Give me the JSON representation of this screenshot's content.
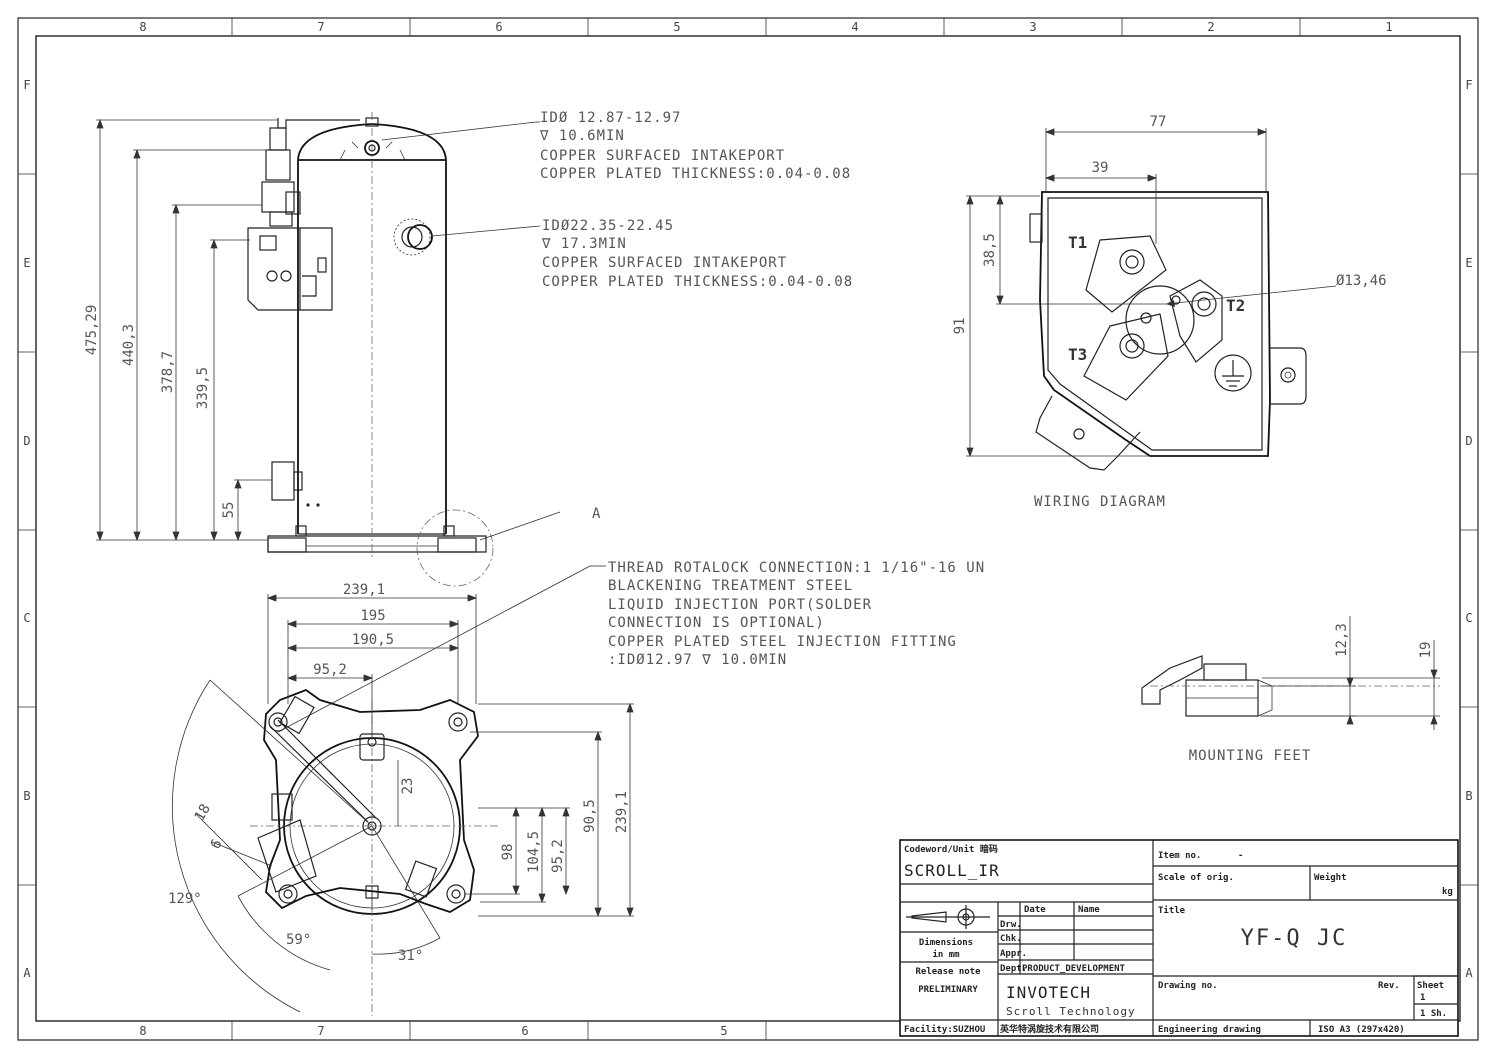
{
  "border_zones": {
    "top": [
      "8",
      "7",
      "6",
      "5",
      "4",
      "3",
      "2",
      "1"
    ],
    "bottom": [
      "8",
      "7",
      "6",
      "5"
    ],
    "left": [
      "F",
      "E",
      "D",
      "C",
      "B",
      "A"
    ],
    "right": [
      "F",
      "E",
      "D",
      "C",
      "B",
      "A"
    ]
  },
  "side_view": {
    "callout_intake_top": [
      "IDØ 12.87-12.97",
      "∇ 10.6MIN",
      "COPPER SURFACED INTAKEPORT",
      "COPPER PLATED THICKNESS:0.04-0.08"
    ],
    "callout_intake_side": [
      "IDØ22.35-22.45",
      "∇ 17.3MIN",
      "COPPER SURFACED INTAKEPORT",
      "COPPER PLATED THICKNESS:0.04-0.08"
    ],
    "dims": [
      "475,29",
      "440,3",
      "378,7",
      "339,5",
      "55"
    ],
    "detail_label": "A"
  },
  "thread_note": [
    "THREAD ROTALOCK CONNECTION:1 1/16\"-16 UN",
    "BLACKENING TREATMENT STEEL",
    "LIQUID INJECTION PORT(SOLDER",
    "CONNECTION IS OPTIONAL)",
    "COPPER PLATED STEEL INJECTION FITTING",
    ":IDØ12.97 ∇ 10.0MIN"
  ],
  "top_view": {
    "dims_h": [
      "239,1",
      "195",
      "190,5",
      "95,2"
    ],
    "dims_v": [
      "239,1",
      "90,5",
      "95,2",
      "104,5",
      "98",
      "23"
    ],
    "angles": [
      "129°",
      "59°",
      "31°"
    ],
    "small": [
      "18",
      "6"
    ]
  },
  "wiring": {
    "dims": [
      "77",
      "39",
      "38,5",
      "91",
      "Ø13,46"
    ],
    "terminals": [
      "T1",
      "T2",
      "T3"
    ],
    "label": "WIRING DIAGRAM"
  },
  "mounting": {
    "dims": [
      "12,3",
      "19"
    ],
    "label": "MOUNTING FEET"
  },
  "title_block": {
    "codeword_label": "Codeword/Unit 暗码",
    "codeword": "SCROLL_IR",
    "item_label": "Item no.",
    "item_value": "-",
    "scale_label": "Scale of orig.",
    "weight_label": "Weight",
    "weight_unit": "kg",
    "title_label": "Title",
    "title": "YF-Q JC",
    "date_label": "Date",
    "name_label": "Name",
    "drw": "Drw.",
    "chk": "Chk.",
    "appr": "Appr.",
    "dept": "Dept.",
    "dept_value": "PRODUCT_DEVELOPMENT",
    "dimensions_label": "Dimensions",
    "in_mm": "in mm",
    "release_label": "Release note",
    "release_value": "PRELIMINARY",
    "company": "INVOTECH",
    "company_sub": "Scroll Technology",
    "drawing_no_label": "Drawing no.",
    "rev_label": "Rev.",
    "sheet_label": "Sheet",
    "sheet_value": "1",
    "sheet_total": "1 Sh.",
    "facility": "Facility:SUZHOU",
    "facility_cn": "英华特涡旋技术有限公司",
    "eng_label": "Engineering drawing",
    "format": "ISO A3 (297x420)"
  }
}
